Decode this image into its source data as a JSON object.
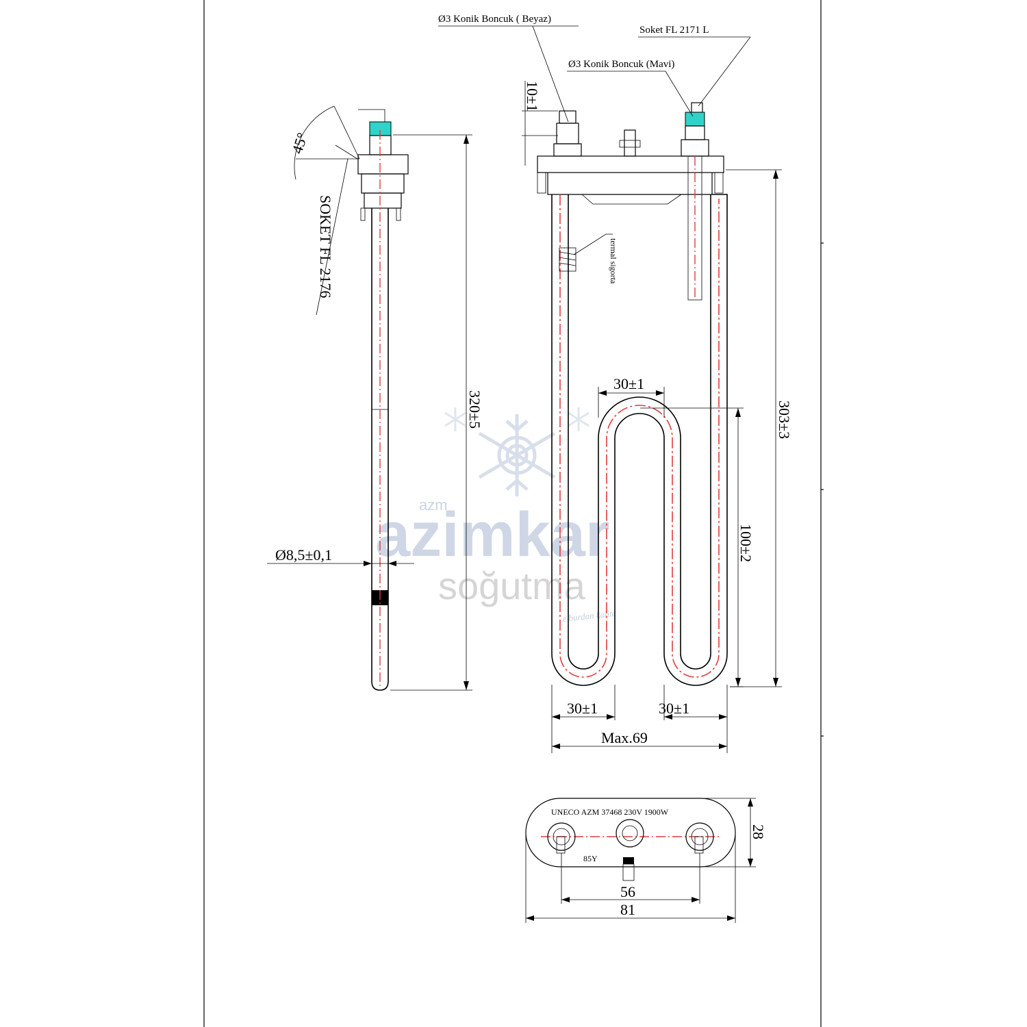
{
  "labels": {
    "bead_white": "Ø3 Konik Boncuk ( Beyaz)",
    "socket_2171": "Soket FL 2171 L",
    "bead_blue": "Ø3 Konik Boncuk (Mavi)",
    "socket_2176": "SOKET FL 2176",
    "angle": "45°",
    "diameter": "Ø8,5±0,1",
    "length_total": "320±5",
    "length_303": "303±3",
    "length_100": "100±2",
    "dim_10": "10±1",
    "dim_30_top": "30±1",
    "dim_30_left": "30±1",
    "dim_30_right": "30±1",
    "max_width": "Max.69",
    "plate_text": "UNECO AZM 37468 230V 1900W",
    "plate_small": "85Y",
    "dim_28": "28",
    "dim_56": "56",
    "dim_81": "81",
    "coil_note": "termal sigorta"
  },
  "watermark": {
    "small": "azm",
    "brand": "azimkar",
    "sub": "soğutma",
    "tagline": "e burdan kalite",
    "logo_icon": "snowflake-icon"
  },
  "colors": {
    "centerline": "#e23b3b",
    "bead_cyan": "#2fd3c9",
    "watermark_blue": "#a9b8d2"
  }
}
